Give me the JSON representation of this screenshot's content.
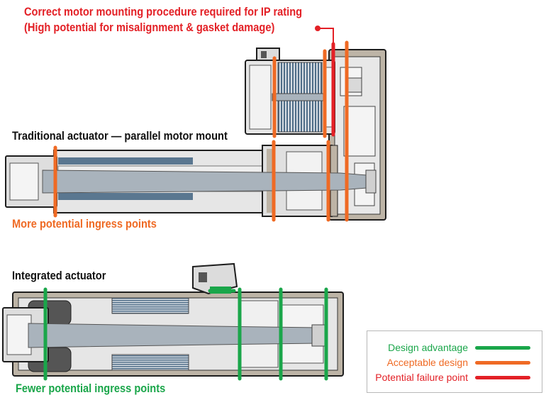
{
  "labels": {
    "note_line1": "Correct motor mounting procedure required for IP rating",
    "note_line2": "(High potential for misalignment & gasket damage)",
    "traditional_title": "Traditional actuator — parallel motor mount",
    "more_points": "More potential ingress points",
    "integrated_title": "Integrated actuator",
    "fewer_points": "Fewer potential ingress points"
  },
  "legend": {
    "items": [
      {
        "label": "Design advantage",
        "color": "#1aa64a"
      },
      {
        "label": "Acceptable design",
        "color": "#ef6a24"
      },
      {
        "label": "Potential failure point",
        "color": "#e32026"
      }
    ]
  },
  "colors": {
    "advantage": "#1aa64a",
    "acceptable": "#ef6a24",
    "failure": "#e32026",
    "body_fill": "#e6e6e6",
    "shaft": "#a9b3bc",
    "winding": "#5a7790",
    "housing": "#bdb4a6",
    "outline": "#1e1e1e"
  }
}
